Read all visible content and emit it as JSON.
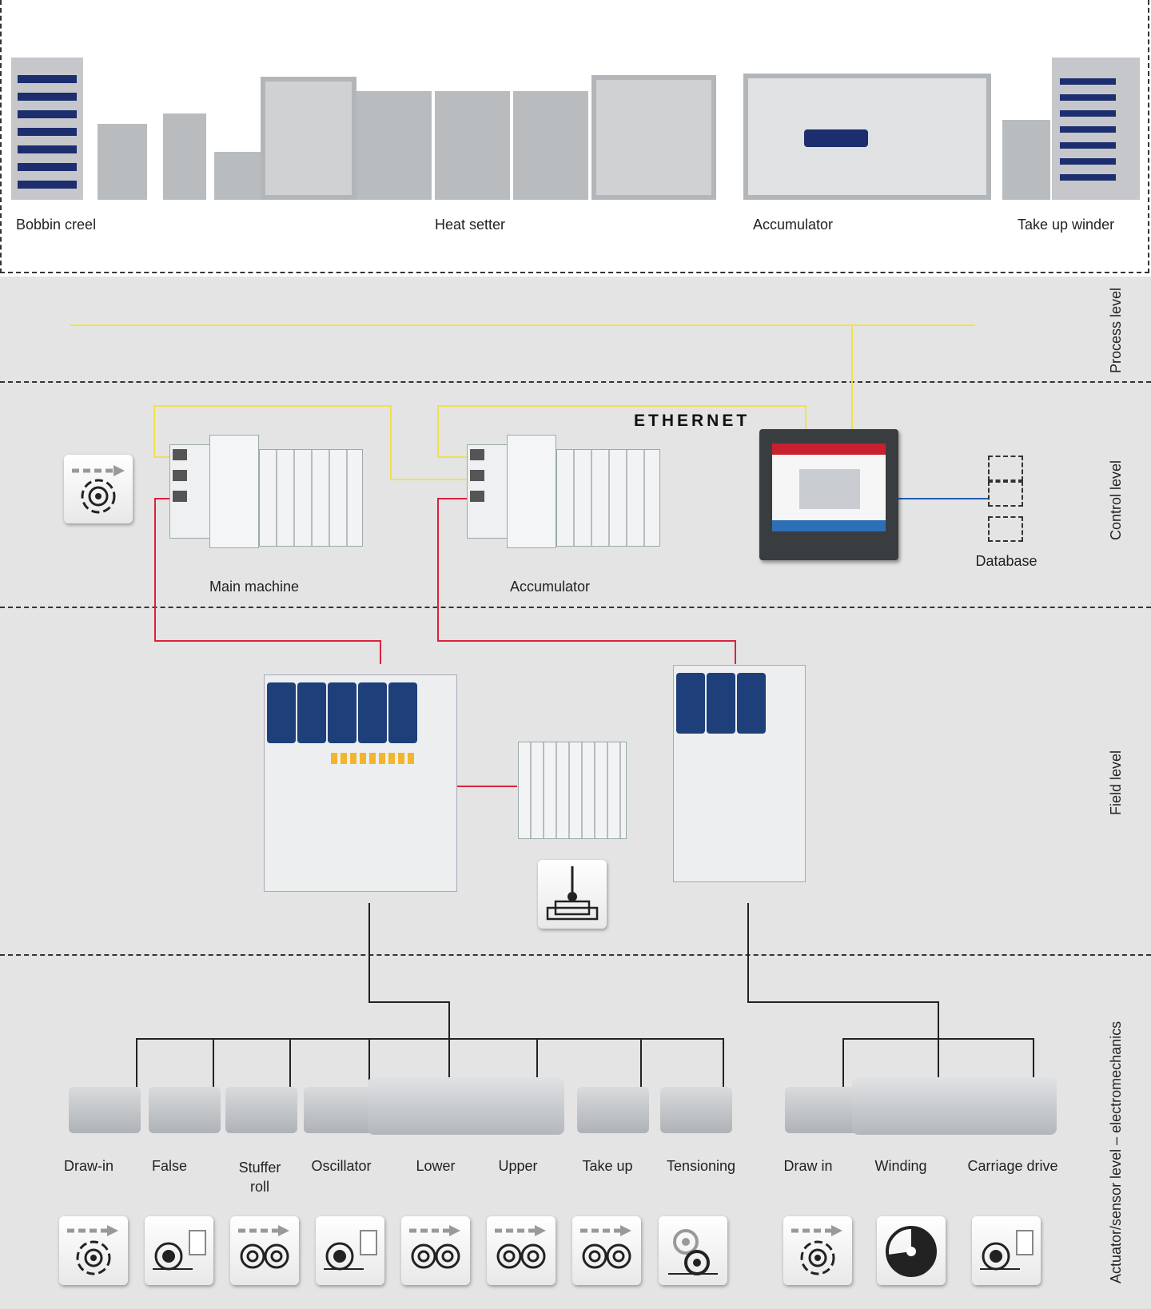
{
  "machine_line": {
    "labels": [
      "Bobbin creel",
      "Heat setter",
      "Accumulator",
      "Take up winder"
    ]
  },
  "levels": {
    "process": "Process level",
    "control": "Control level",
    "field": "Field level",
    "actuator": "Actuator/sensor level – electromechanics"
  },
  "network": {
    "ethernet": "ETHERNET"
  },
  "controllers": {
    "main": "Main machine",
    "accumulator": "Accumulator",
    "database": "Database"
  },
  "actuators": [
    "Draw-in",
    "False",
    "Stuffer roll",
    "Oscillator",
    "Lower",
    "Upper",
    "Take up",
    "Tensioning",
    "Draw in",
    "Winding",
    "Carriage drive"
  ],
  "colors": {
    "process_bus": "#f0e24a",
    "field_bus": "#d9233d",
    "database_link": "#2060b0",
    "motor_cable": "#222222",
    "drive_cover": "#1f3f7a",
    "background": "#e4e4e4"
  },
  "icons": [
    "draw-in-icon",
    "dancer-icon",
    "winding-icon",
    "calculator-icon"
  ]
}
